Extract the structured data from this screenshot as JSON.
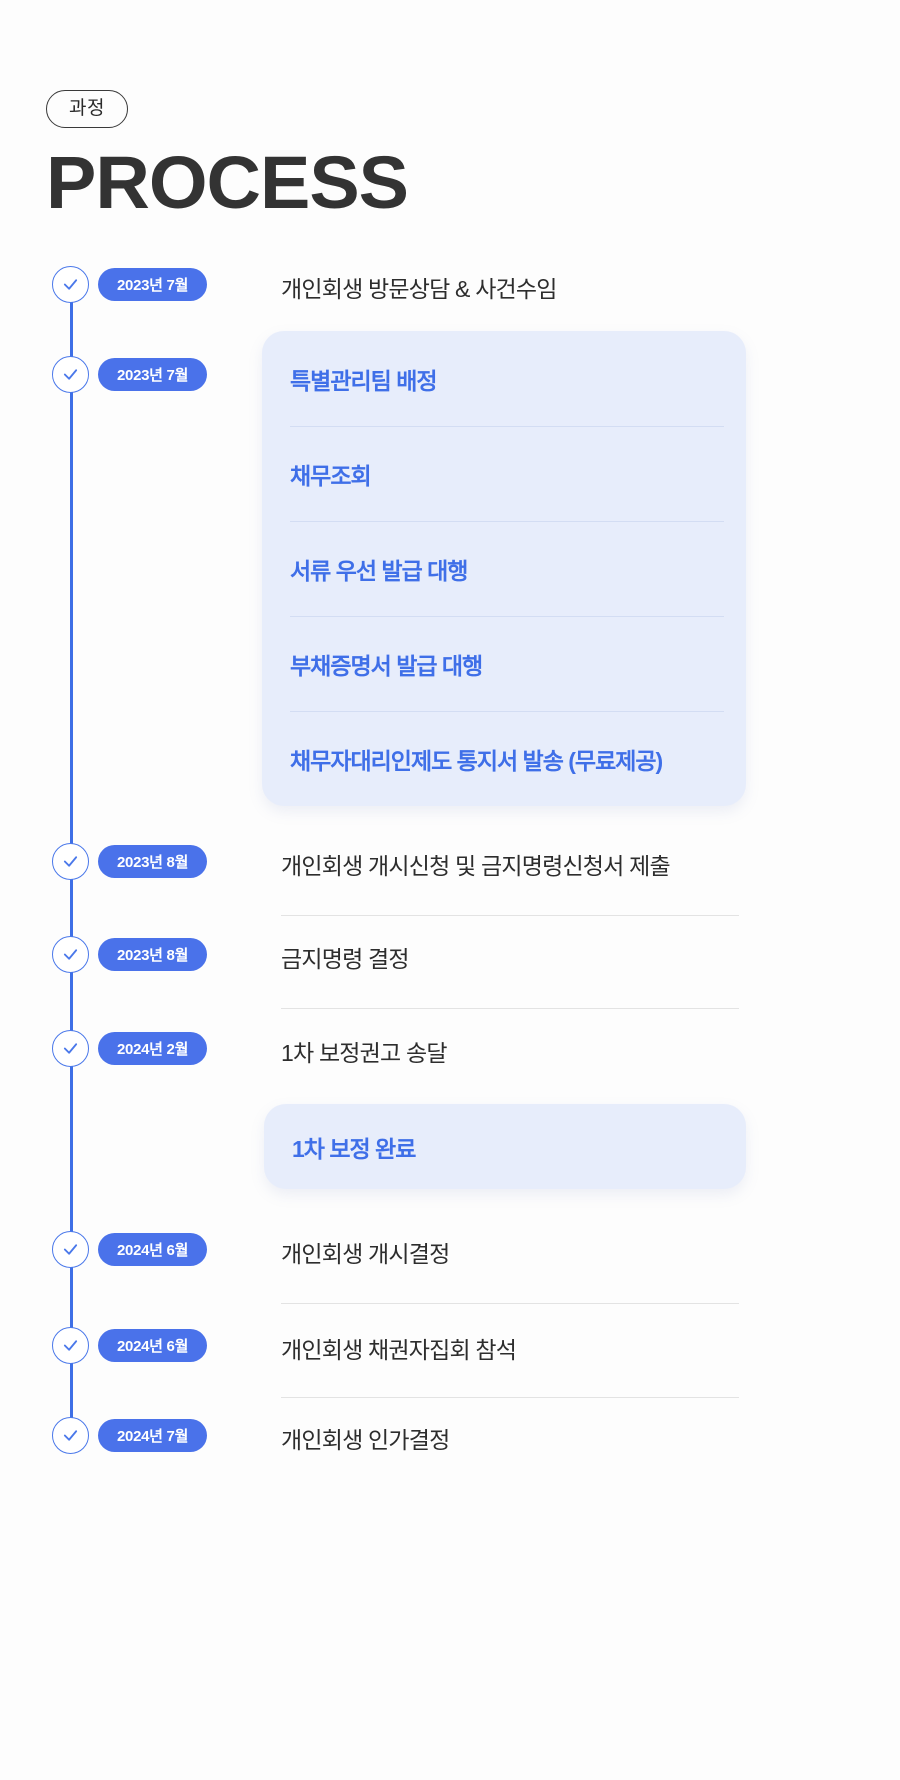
{
  "header": {
    "badge_label": "과정",
    "title": "PROCESS"
  },
  "theme": {
    "accent_blue": "#4a72ea",
    "rail_blue": "#3e6fe6",
    "card_bg": "#e7edfb",
    "card_text": "#3f6fe8",
    "body_text": "#2d2d2d",
    "page_bg": "#fdfdfd"
  },
  "timeline": {
    "check_icon": "check-icon",
    "steps": [
      {
        "date": "2023년 7월",
        "title": "개인회생 방문상담 & 사건수임"
      },
      {
        "date": "2023년 7월",
        "title": ""
      },
      {
        "date": "2023년 8월",
        "title": "개인회생 개시신청 및 금지명령신청서 제출"
      },
      {
        "date": "2023년 8월",
        "title": "금지명령 결정"
      },
      {
        "date": "2024년 2월",
        "title": "1차 보정권고 송달"
      },
      {
        "date": "2024년 6월",
        "title": "개인회생 개시결정"
      },
      {
        "date": "2024년 6월",
        "title": "개인회생 채권자집회 참석"
      },
      {
        "date": "2024년 7월",
        "title": "개인회생 인가결정"
      }
    ],
    "cards": [
      {
        "id": "service-card",
        "items": [
          "특별관리팀 배정",
          "채무조회",
          "서류 우선 발급 대행",
          "부채증명서 발급 대행",
          "채무자대리인제도 통지서 발송 (무료제공)"
        ]
      },
      {
        "id": "correction-card",
        "items": [
          "1차 보정 완료"
        ]
      }
    ]
  }
}
